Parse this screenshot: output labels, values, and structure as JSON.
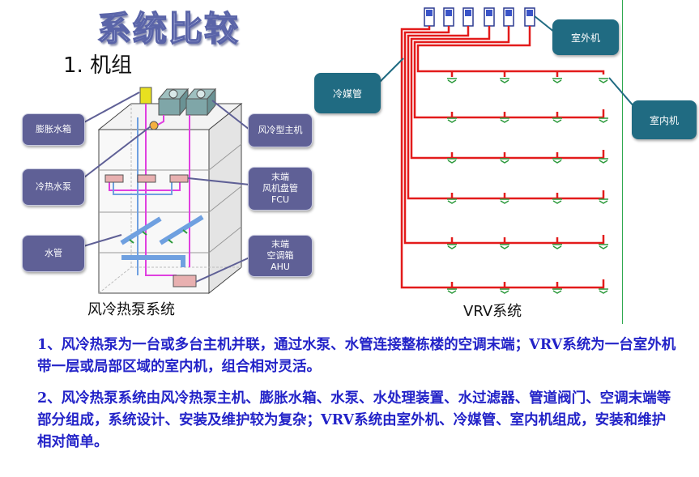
{
  "title": "系统比较",
  "subtitle": "1. 机组",
  "left_diagram": {
    "caption": "风冷热泵系统",
    "labels": {
      "expansion_tank": "膨胀水箱",
      "pump": "冷热水泵",
      "water_pipe": "水管",
      "chiller": "风冷型主机",
      "fcu": "末端\n风机盘管\nFCU",
      "ahu": "末端\n空调箱\nAHU"
    }
  },
  "right_diagram": {
    "caption": "VRV系统",
    "labels": {
      "outdoor_unit": "室外机",
      "refrigerant_pipe": "冷媒管",
      "indoor_unit": "室内机"
    }
  },
  "paragraphs": [
    "1、风冷热泵为一台或多台主机并联，通过水泵、水管连接整栋楼的空调末端；VRV系统为一台室外机带一层或局部区域的室内机，组合相对灵活。",
    "2、风冷热泵系统由风冷热泵主机、膨胀水箱、水泵、水处理装置、水过滤器、管道阀门、空调末端等部分组成，系统设计、安装及维护较为复杂；VRV系统由室外机、冷媒管、室内机组成，安装和维护相对简单。"
  ],
  "colors": {
    "title_fill": "#cfd6f2",
    "callout_purple": "#5f6096",
    "callout_teal": "#206b82",
    "pipe_red": "#e31b1b",
    "pipe_pink": "#e040e0",
    "pipe_blue": "#6fa0e0",
    "text_blue": "#2323c8"
  }
}
